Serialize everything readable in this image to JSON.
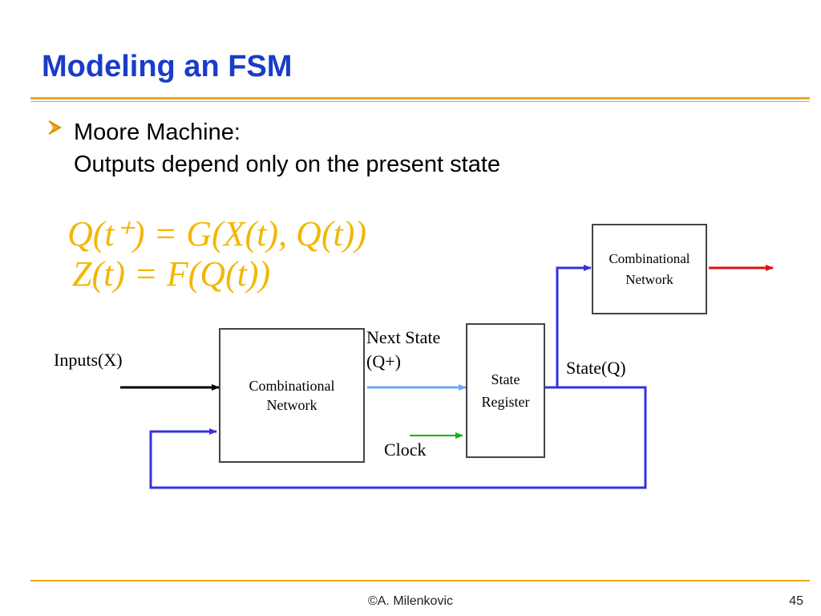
{
  "slide": {
    "title": "Modeling an FSM",
    "bullet": {
      "line1": "Moore Machine:",
      "line2": "Outputs depend only on the present state"
    },
    "formulas": {
      "line1": "Q(t⁺) = G(X(t), Q(t))",
      "line2": "Z(t) = F(Q(t))"
    },
    "footer": {
      "author": "©A. Milenkovic",
      "page": "45"
    }
  },
  "diagram": {
    "comb_input_line1": "Combinational",
    "comb_input_line2": "Network",
    "state_reg_line1": "State",
    "state_reg_line2": "Register",
    "comb_output_line1": "Combinational",
    "comb_output_line2": "Network",
    "inputs_label": "Inputs(X)",
    "next_state_line1": "Next State",
    "next_state_line2": "(Q+)",
    "state_label": "State(Q)",
    "clock_label": "Clock",
    "colors": {
      "title": "#1a3cc8",
      "formula": "#f2b705",
      "rule": "#f0a81c",
      "feedback_wire": "#3333dd",
      "next_state_wire": "#6fa8f0",
      "clock_wire": "#11b311",
      "output_wire": "#e01010",
      "input_wire": "#000000"
    }
  }
}
